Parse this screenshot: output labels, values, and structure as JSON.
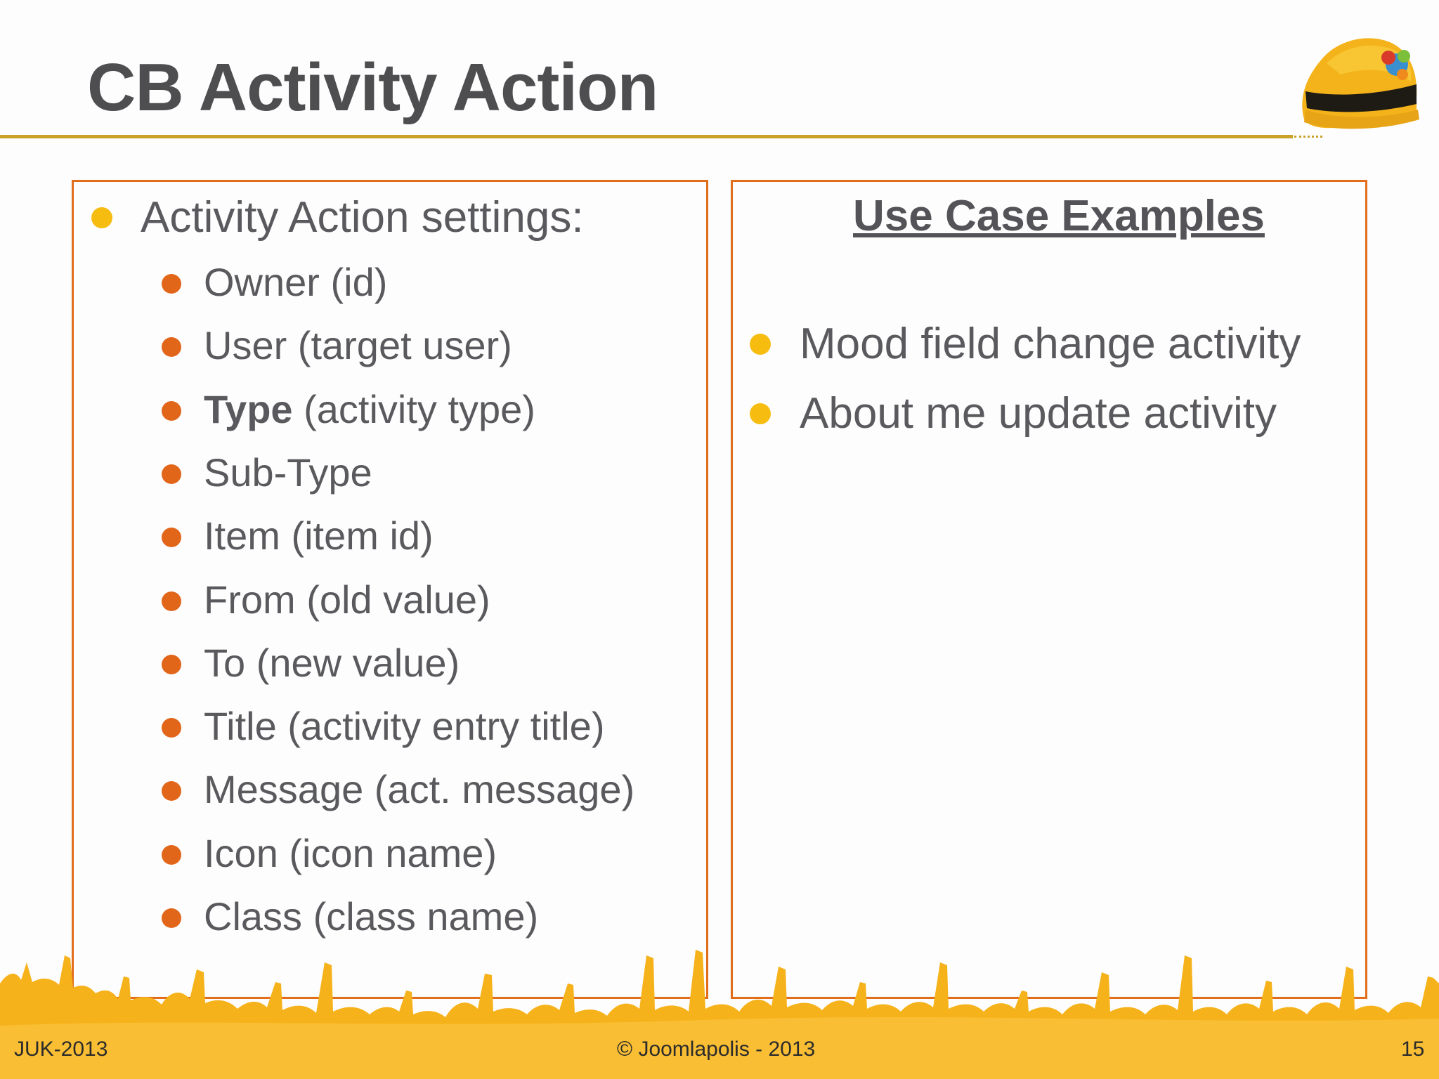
{
  "slide": {
    "title": "CB Activity Action",
    "left_box": {
      "heading": "Activity Action settings:",
      "items": [
        {
          "bold": "",
          "text": "Owner (id)"
        },
        {
          "bold": "",
          "text": "User (target user)"
        },
        {
          "bold": "Type",
          "text": " (activity type)"
        },
        {
          "bold": "",
          "text": "Sub-Type"
        },
        {
          "bold": "",
          "text": "Item (item id)"
        },
        {
          "bold": "",
          "text": "From (old value)"
        },
        {
          "bold": "",
          "text": "To (new value)"
        },
        {
          "bold": "",
          "text": "Title (activity entry title)"
        },
        {
          "bold": "",
          "text": "Message (act. message)"
        },
        {
          "bold": "",
          "text": "Icon (icon name)"
        },
        {
          "bold": "",
          "text": "Class (class name)"
        }
      ]
    },
    "right_box": {
      "heading": "Use Case Examples",
      "items": [
        "Mood field change activity",
        "About me update activity"
      ]
    },
    "footer": {
      "left": "JUK-2013",
      "center": "© Joomlapolis - 2013",
      "page_number": "15"
    },
    "colors": {
      "accent_rule": "#c9a227",
      "box_border": "#e26d1b",
      "level1_bullet": "#f6bd10",
      "level2_bullet": "#e2661a",
      "crowd": "#f6b21a"
    },
    "icons": [
      "hard-hat-icon",
      "crowd-silhouette-image"
    ]
  }
}
